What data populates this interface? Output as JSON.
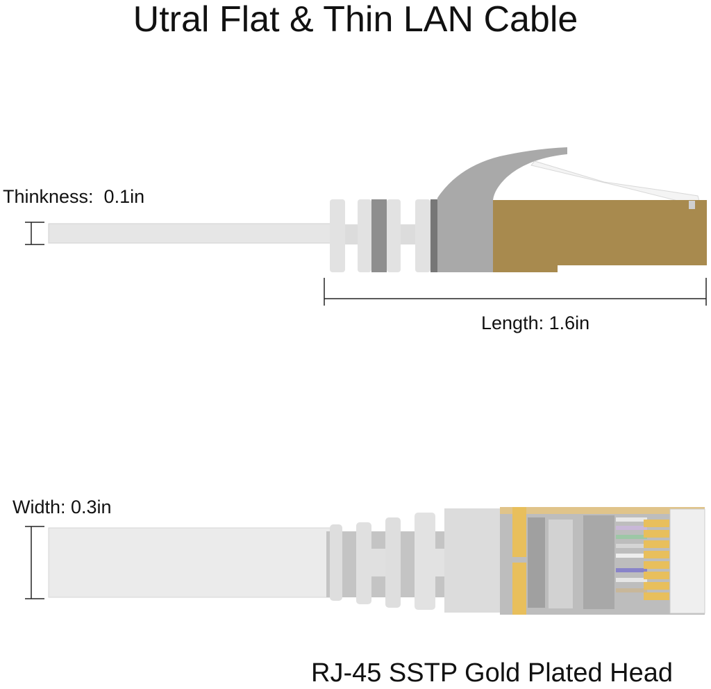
{
  "title": "Utral Flat & Thin LAN Cable",
  "labels": {
    "thickness": "Thinkness:  0.1in",
    "length": "Length: 1.6in",
    "width": "Width: 0.3in",
    "head": "RJ-45 SSTP Gold Plated Head"
  },
  "colors": {
    "cable": "#e6e6e6",
    "boot_dark": "#8c8c8c",
    "housing": "#a8a8a8",
    "gold": "#a88a4e",
    "gold_contact": "#e8bf5c"
  }
}
